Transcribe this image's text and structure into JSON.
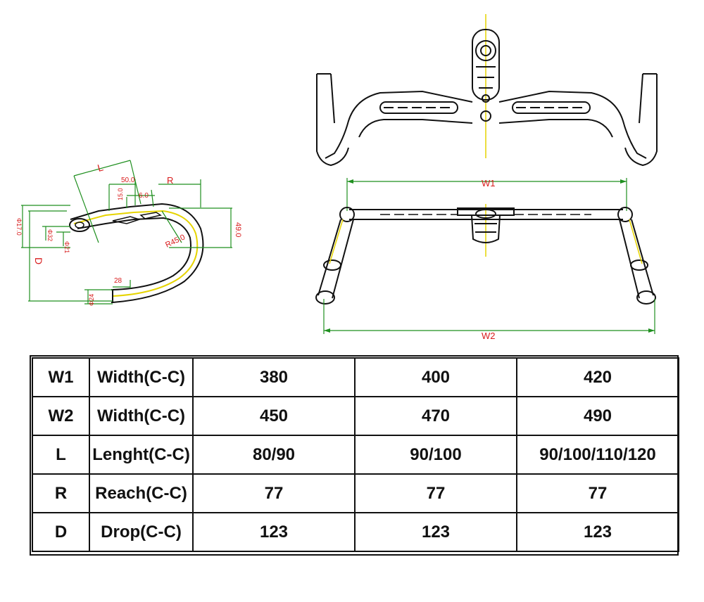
{
  "side_view": {
    "dims": {
      "L": "L",
      "R": "R",
      "d50": "50.0",
      "d15": "15.0",
      "d6": "6.0",
      "d49": "49.0",
      "r45": "R45.0",
      "d28": "28",
      "phi24": "Φ24",
      "phi17": "Φ17.0",
      "phi32": "Φ32",
      "phi21": "Φ21",
      "D": "D"
    }
  },
  "top_view": {
    "w1": "W1"
  },
  "front_view": {
    "w2": "W2"
  },
  "table": {
    "rows": [
      {
        "sym": "W1",
        "label": "Width(C-C)",
        "values": [
          "380",
          "400",
          "420"
        ]
      },
      {
        "sym": "W2",
        "label": "Width(C-C)",
        "values": [
          "450",
          "470",
          "490"
        ]
      },
      {
        "sym": "L",
        "label": "Lenght(C-C)",
        "values": [
          "80/90",
          "90/100",
          "90/100/110/120"
        ]
      },
      {
        "sym": "R",
        "label": "Reach(C-C)",
        "values": [
          "77",
          "77",
          "77"
        ]
      },
      {
        "sym": "D",
        "label": "Drop(C-C)",
        "values": [
          "123",
          "123",
          "123"
        ]
      }
    ]
  },
  "colors": {
    "line": "#111111",
    "center_line": "#e6d400",
    "dimension_green": "#1f8f1f",
    "dimension_red": "#d81b1b"
  }
}
